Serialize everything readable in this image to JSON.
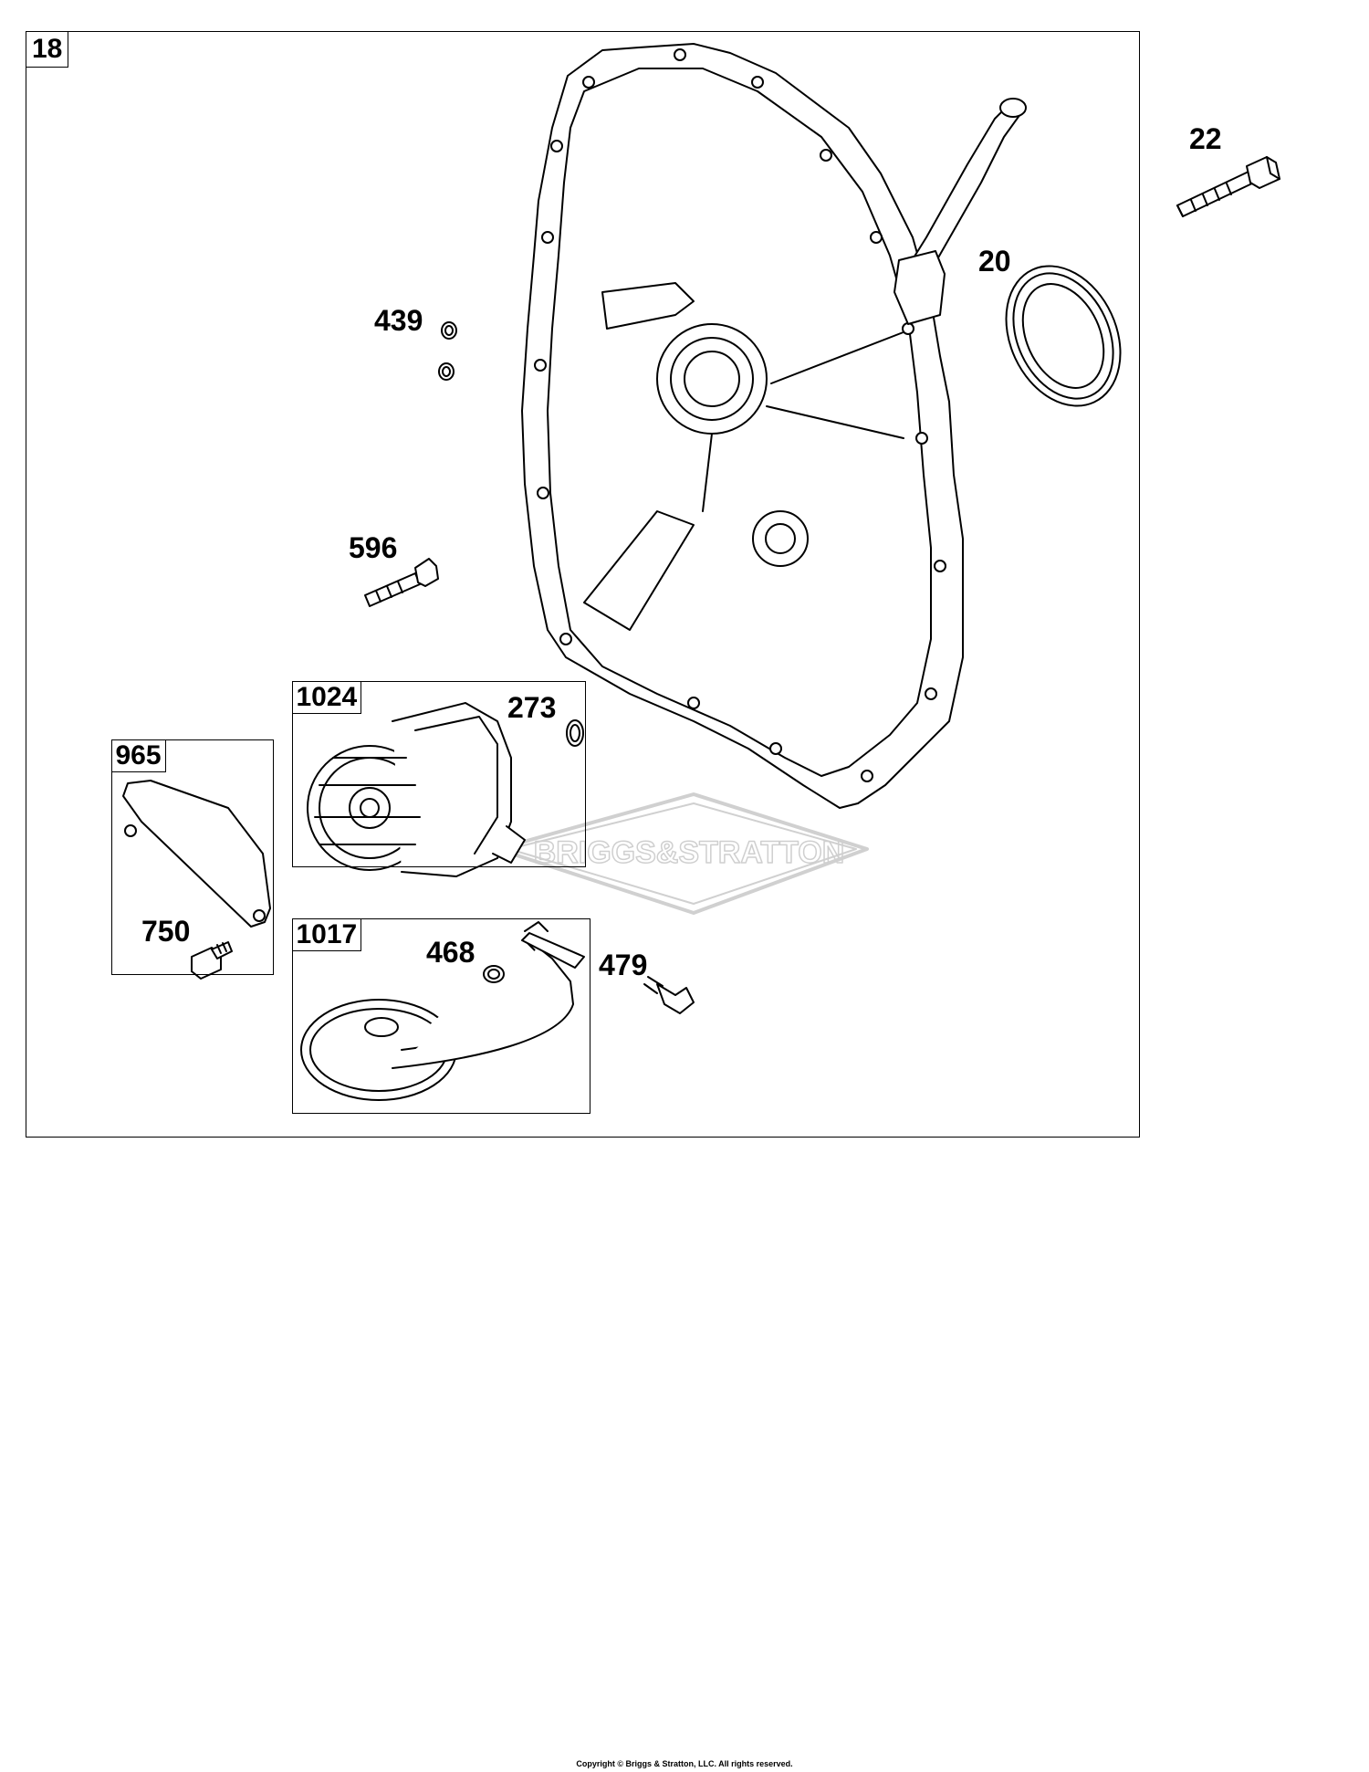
{
  "diagram": {
    "main_tag": "18",
    "callouts": {
      "c22": "22",
      "c20": "20",
      "c439": "439",
      "c596": "596",
      "c273": "273",
      "c750": "750",
      "c468": "468",
      "c479": "479"
    },
    "subassemblies": {
      "kit1024": "1024",
      "kit965": "965",
      "kit1017": "1017"
    },
    "watermark": "BRIGGS&STRATTON"
  },
  "footer": {
    "copyright": "Copyright © Briggs & Stratton, LLC. All rights reserved."
  }
}
